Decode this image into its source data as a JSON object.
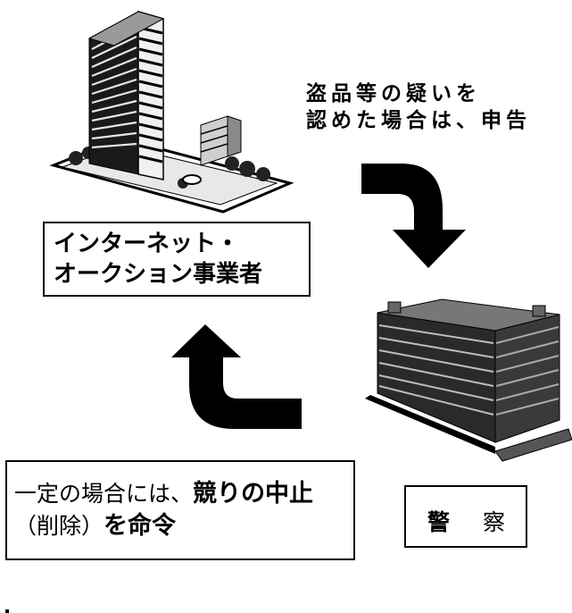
{
  "top_caption": {
    "line1": "盗品等の疑いを",
    "line2": "認めた場合は、申告"
  },
  "operator_box": {
    "line1": "インターネット・",
    "line2": "オークション事業者"
  },
  "order_box": {
    "line1_prefix": "一定の場合には、",
    "line1_emph": "競りの中止",
    "line2_prefix": "（削除）",
    "line2_emph": "を命令"
  },
  "police_box": {
    "char1": "警",
    "char2": "察"
  },
  "colors": {
    "ink": "#000000",
    "background": "#ffffff",
    "building_light": "#f2f2f2"
  }
}
